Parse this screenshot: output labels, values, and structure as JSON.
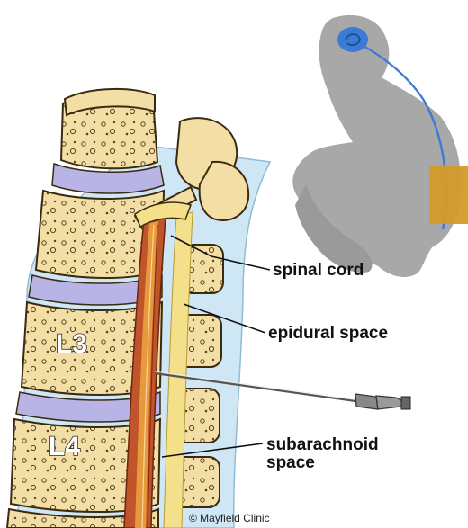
{
  "labels": {
    "spinal_cord": "spinal cord",
    "epidural_space": "epidural space",
    "subarachnoid_line1": "subarachnoid",
    "subarachnoid_line2": "space"
  },
  "vertebrae": {
    "l3": "L3",
    "l4": "L4"
  },
  "credit": "© Mayfield Clinic",
  "colors": {
    "bone": "#f3dfa6",
    "bone_outline": "#3a2a10",
    "disc": "#b8b4e6",
    "csf": "#cfe6f5",
    "cord_red": "#c0542a",
    "cord_orange": "#e79a3b",
    "epidural_yellow": "#f4e08a",
    "silhouette": "#a8a8a8",
    "nerve_blue": "#3c7bd4",
    "injection_zone": "#d49a2a"
  },
  "icons": {
    "needle": "spinal-needle-icon",
    "figure": "seated-patient-silhouette"
  }
}
